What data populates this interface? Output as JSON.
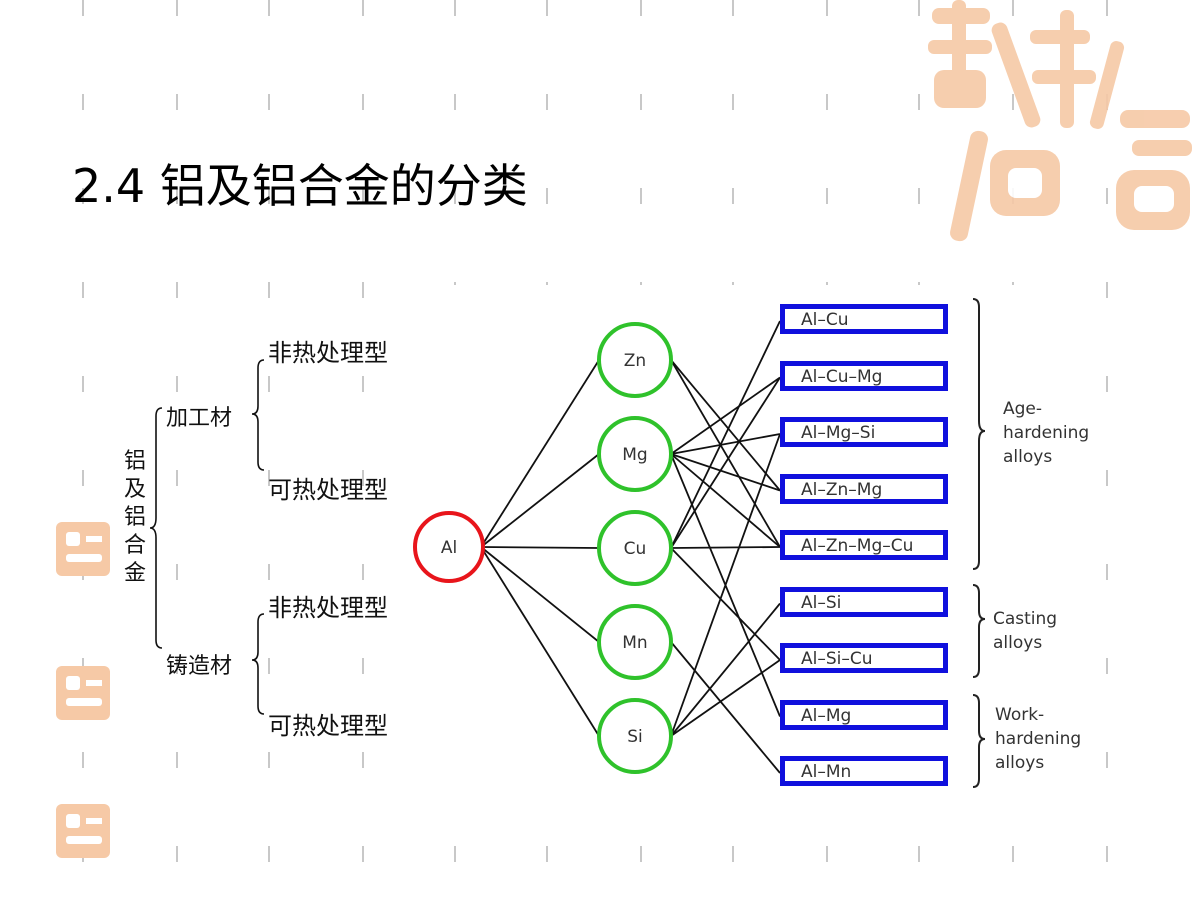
{
  "title": "2.4  铝及铝合金的分类",
  "tree": {
    "root_chars": [
      "铝",
      "及",
      "铝",
      "合",
      "金"
    ],
    "branches": [
      {
        "label": "加工材",
        "leaves": [
          "非热处理型",
          "可热处理型"
        ]
      },
      {
        "label": "铸造材",
        "leaves": [
          "非热处理型",
          "可热处理型"
        ]
      }
    ]
  },
  "network": {
    "source": {
      "label": "Al",
      "color": "#e8151b"
    },
    "elements": [
      {
        "label": "Zn"
      },
      {
        "label": "Mg"
      },
      {
        "label": "Cu"
      },
      {
        "label": "Mn"
      },
      {
        "label": "Si"
      }
    ],
    "element_color": "#2fc22b",
    "alloys": [
      {
        "label": "Al–Cu",
        "components": [
          "Cu"
        ]
      },
      {
        "label": "Al–Cu–Mg",
        "components": [
          "Cu",
          "Mg"
        ]
      },
      {
        "label": "Al–Mg–Si",
        "components": [
          "Mg",
          "Si"
        ]
      },
      {
        "label": "Al–Zn–Mg",
        "components": [
          "Zn",
          "Mg"
        ]
      },
      {
        "label": "Al–Zn–Mg–Cu",
        "components": [
          "Zn",
          "Mg",
          "Cu"
        ]
      },
      {
        "label": "Al–Si",
        "components": [
          "Si"
        ]
      },
      {
        "label": "Al–Si–Cu",
        "components": [
          "Si",
          "Cu"
        ]
      },
      {
        "label": "Al–Mg",
        "components": [
          "Mg"
        ]
      },
      {
        "label": "Al–Mn",
        "components": [
          "Mn"
        ]
      }
    ],
    "box_color": "#1010dd",
    "groups": [
      {
        "lines": [
          "Age-",
          "hardening",
          "alloys"
        ]
      },
      {
        "lines": [
          "Casting",
          "alloys"
        ]
      },
      {
        "lines": [
          "Work-",
          "hardening",
          "alloys"
        ]
      }
    ]
  },
  "decor": {
    "seal_text": "吉祥意",
    "seal_color": "#f6c9a6"
  }
}
